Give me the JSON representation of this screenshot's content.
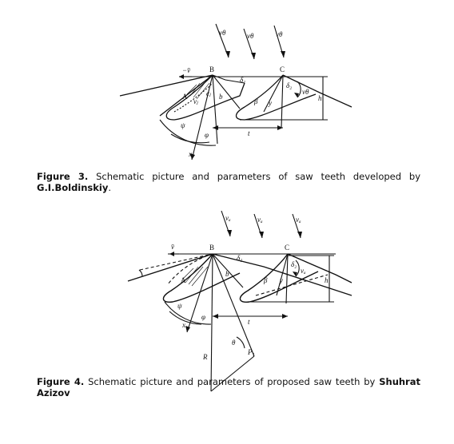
{
  "figure3": {
    "caption_number": "Figure 3.",
    "caption_text": " Schematic picture and parameters of saw teeth developed by ",
    "caption_author": "G.I.Boldinskiy",
    "caption_end": ".",
    "labels": {
      "v1": "vθ",
      "v2": "vθ",
      "v3": "vθ",
      "vbar": "−v̄",
      "B": "B",
      "C": "C",
      "A": "A",
      "b": "b",
      "delta1": "δ₁",
      "delta2": "δ₂",
      "beta": "β",
      "y": "y",
      "h": "h",
      "t": "t",
      "phi": "φ",
      "psi": "ψ",
      "x": "x",
      "vr": "vⱼ",
      "cr": "cⱼ",
      "vb": "vθ"
    }
  },
  "figure4": {
    "caption_number": "Figure 4.",
    "caption_text": " Schematic picture and parameters of proposed saw teeth by ",
    "caption_author": "Shuhrat Azizov",
    "labels": {
      "v1": "vₐ",
      "v2": "vₐ",
      "v3": "vₐ",
      "vbar": "v̄",
      "B": "B",
      "C": "C",
      "b": "b",
      "delta1": "δ₁",
      "delta2": "δ₂",
      "beta": "β",
      "y": "y",
      "h": "h",
      "t": "t",
      "phi": "φ",
      "psi": "ψ",
      "x": "x",
      "R": "R",
      "theta": "θ",
      "P": "P₁",
      "A": "A",
      "vb": "vₐ"
    }
  }
}
